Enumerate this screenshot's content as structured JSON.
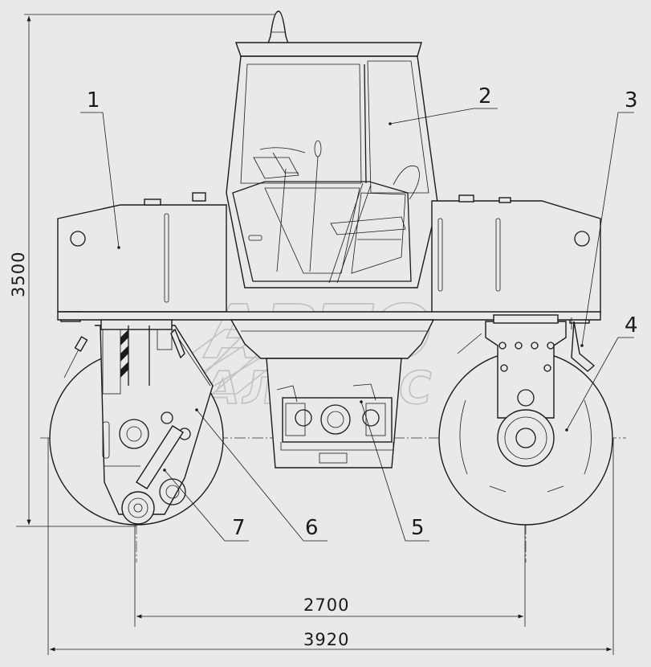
{
  "part_labels": [
    "1",
    "2",
    "3",
    "4",
    "5",
    "6",
    "7"
  ],
  "dimensions": {
    "height": "3500",
    "wheelbase": "2700",
    "overall_length": "3920"
  },
  "watermark": {
    "line1": "АВТО",
    "line2": "АЛЬЯНС"
  },
  "colors": {
    "background": "#e9e9e9",
    "line": "#1a1a1a",
    "watermark": "#bdbdbd"
  }
}
